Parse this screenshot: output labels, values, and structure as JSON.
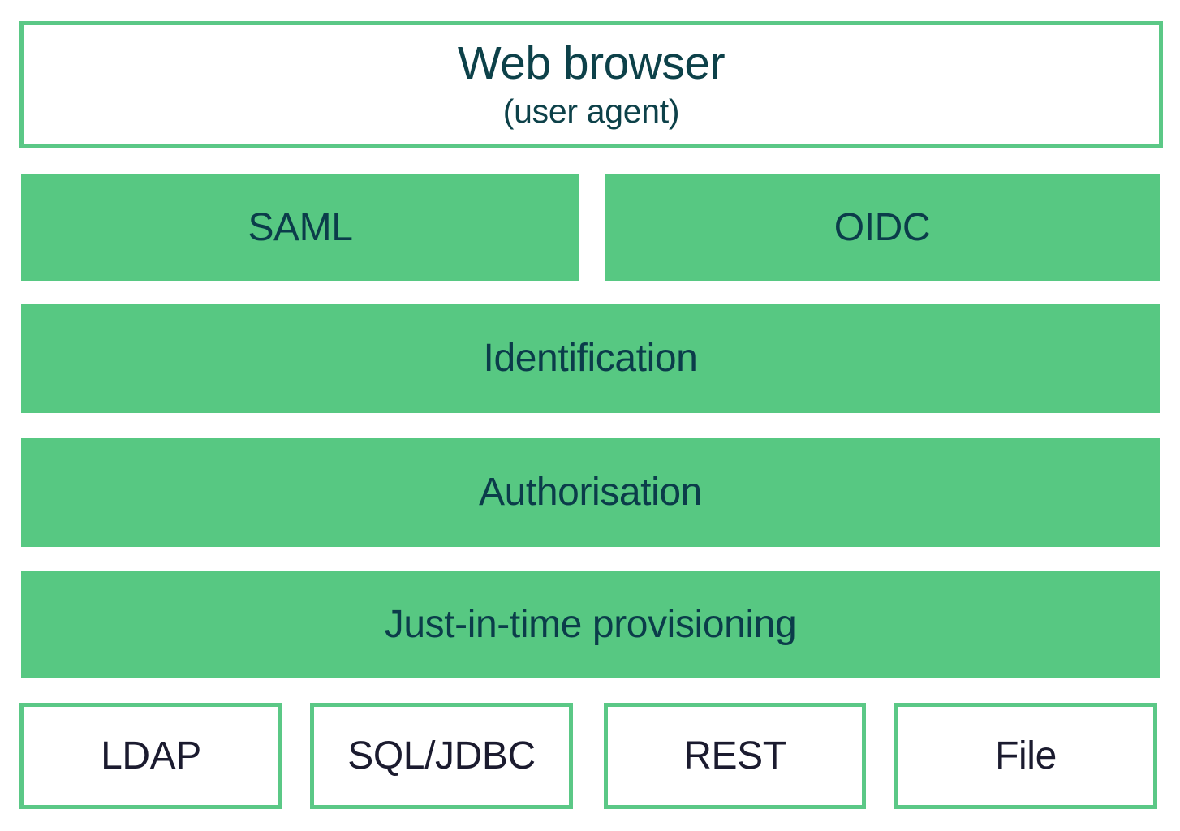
{
  "diagram": {
    "type": "layered-stack",
    "colors": {
      "green_fill": "#57C882",
      "green_border": "#5BC886",
      "teal_text": "#0B3C4A",
      "title_text": "#0D4149",
      "navy_text": "#1B1B2F",
      "background": "#FFFFFF"
    },
    "rows": [
      {
        "name": "user-agent-row",
        "nodes": [
          {
            "id": "browser",
            "title": "Web browser",
            "subtitle": "(user agent)",
            "style": "outlined"
          }
        ]
      },
      {
        "name": "protocol-row",
        "nodes": [
          {
            "id": "saml",
            "label": "SAML",
            "style": "filled"
          },
          {
            "id": "oidc",
            "label": "OIDC",
            "style": "filled"
          }
        ]
      },
      {
        "name": "identification-row",
        "nodes": [
          {
            "id": "identification",
            "label": "Identification",
            "style": "filled"
          }
        ]
      },
      {
        "name": "authorisation-row",
        "nodes": [
          {
            "id": "authorisation",
            "label": "Authorisation",
            "style": "filled"
          }
        ]
      },
      {
        "name": "provisioning-row",
        "nodes": [
          {
            "id": "jit",
            "label": "Just-in-time provisioning",
            "style": "filled"
          }
        ]
      },
      {
        "name": "backend-row",
        "nodes": [
          {
            "id": "ldap",
            "label": "LDAP",
            "style": "outlined"
          },
          {
            "id": "sqljdbc",
            "label": "SQL/JDBC",
            "style": "outlined"
          },
          {
            "id": "rest",
            "label": "REST",
            "style": "outlined"
          },
          {
            "id": "file",
            "label": "File",
            "style": "outlined"
          }
        ]
      }
    ],
    "labels": {
      "browser_title": "Web browser",
      "browser_subtitle": "(user agent)",
      "saml": "SAML",
      "oidc": "OIDC",
      "identification": "Identification",
      "authorisation": "Authorisation",
      "jit": "Just-in-time provisioning",
      "ldap": "LDAP",
      "sqljdbc": "SQL/JDBC",
      "rest": "REST",
      "file": "File"
    }
  }
}
